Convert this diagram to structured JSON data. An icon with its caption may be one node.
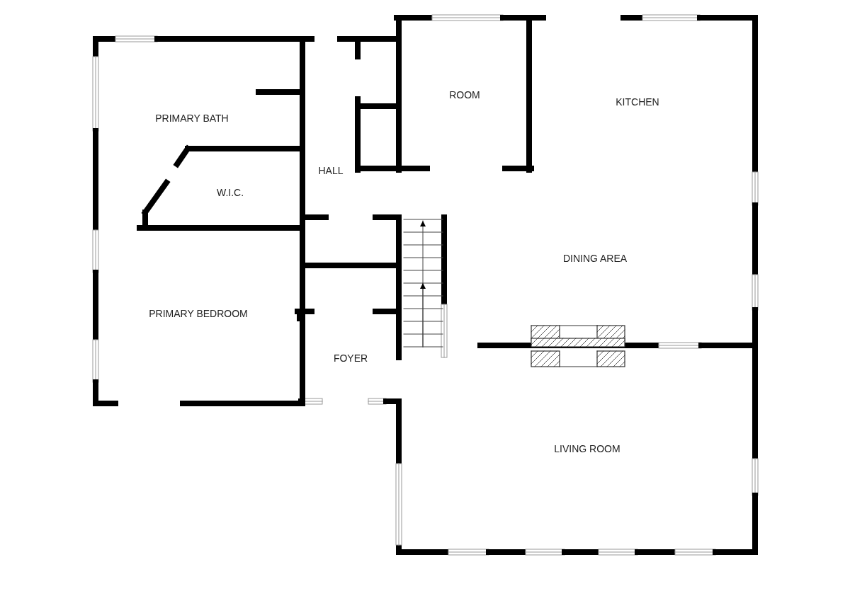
{
  "diagram": {
    "labels": [
      "ROOM",
      "KITCHEN",
      "PRIMARY BATH",
      "HALL",
      "W.I.C.",
      "DINING AREA",
      "PRIMARY BEDROOM",
      "FOYER",
      "LIVING ROOM"
    ]
  }
}
